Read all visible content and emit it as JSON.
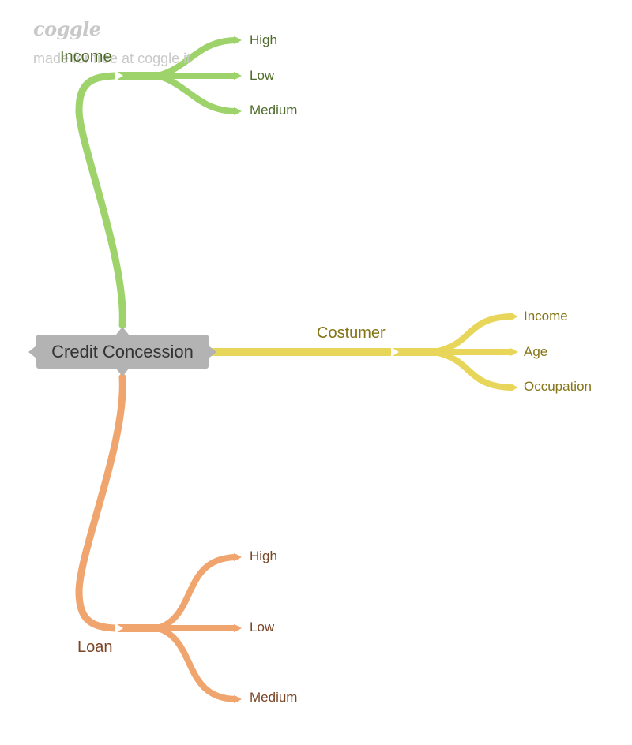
{
  "watermark": {
    "logo_text": "coggle",
    "tagline": "made for free at coggle.it"
  },
  "root": {
    "label": "Credit Concession"
  },
  "branches": {
    "income": {
      "label": "Income",
      "color": "#9dd36a",
      "leaves": [
        "High",
        "Low",
        "Medium"
      ]
    },
    "costumer": {
      "label": "Costumer",
      "color": "#e8d65a",
      "leaves": [
        "Income",
        "Age",
        "Occupation"
      ]
    },
    "loan": {
      "label": "Loan",
      "color": "#f0a56e",
      "leaves": [
        "High",
        "Low",
        "Medium"
      ]
    }
  }
}
